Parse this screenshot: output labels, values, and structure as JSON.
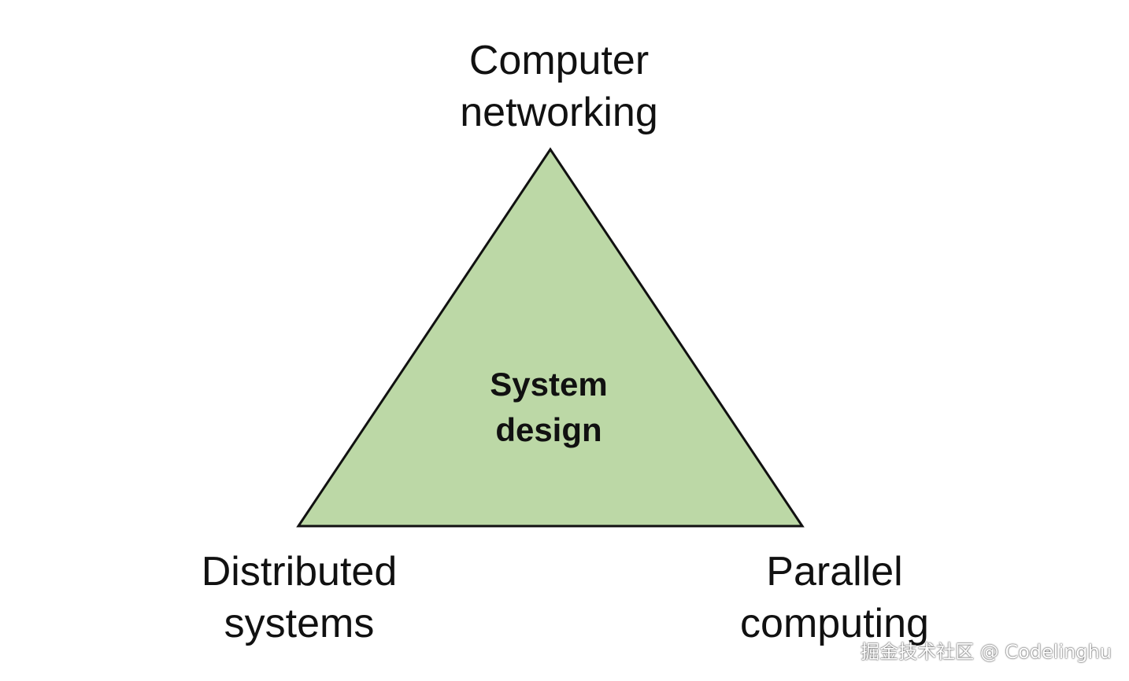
{
  "colors": {
    "triangle_fill": "#bcd8a6",
    "triangle_stroke": "#111111",
    "text": "#111111"
  },
  "diagram": {
    "shape": "triangle",
    "center": {
      "line1": "System",
      "line2": "design"
    },
    "vertices": {
      "top": {
        "line1": "Computer",
        "line2": "networking"
      },
      "bottom_left": {
        "line1": "Distributed",
        "line2": "systems"
      },
      "bottom_right": {
        "line1": "Parallel",
        "line2": "computing"
      }
    }
  },
  "watermark": "掘金技术社区 @ Codelinghu"
}
